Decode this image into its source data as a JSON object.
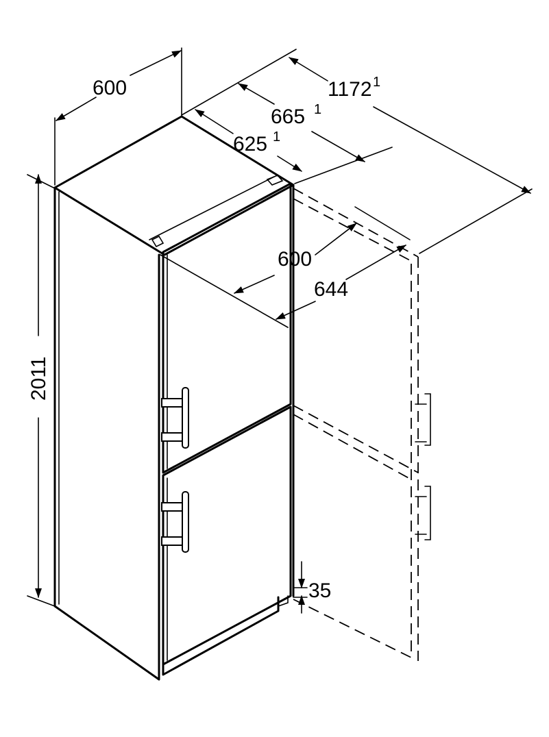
{
  "dimensions": {
    "width_top": {
      "value": "600"
    },
    "depth_door_open": {
      "value": "1172",
      "note": "1"
    },
    "depth_with_handle": {
      "value": "665",
      "note": "1"
    },
    "depth_body": {
      "value": "625",
      "note": "1"
    },
    "door_width": {
      "value": "600"
    },
    "door_depth": {
      "value": "644"
    },
    "height": {
      "value": "2011"
    },
    "plinth_gap": {
      "value": "35"
    }
  }
}
